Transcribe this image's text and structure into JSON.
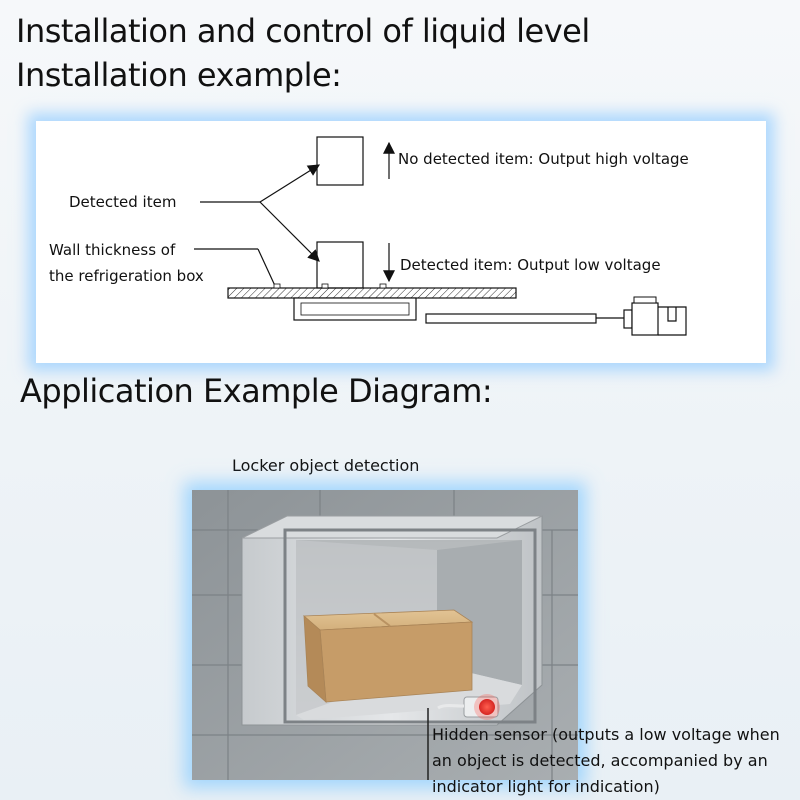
{
  "titles": {
    "main": "Installation and control of liquid level",
    "installation": "Installation example:",
    "application": "Application Example Diagram:"
  },
  "installation_diagram": {
    "detected_item": "Detected item",
    "wall_line1": "Wall thickness of",
    "wall_line2": "the refrigeration box",
    "no_item": "No detected item: Output high voltage",
    "item_detected": "Detected item: Output low voltage"
  },
  "application": {
    "caption": "Locker object detection",
    "sensor_note": "Hidden sensor (outputs a low voltage when an object is detected, accompanied by an indicator light for indication)"
  },
  "colors": {
    "glow": "#8ccdff",
    "indicator_light": "#e03030",
    "box": "#c9a070"
  }
}
